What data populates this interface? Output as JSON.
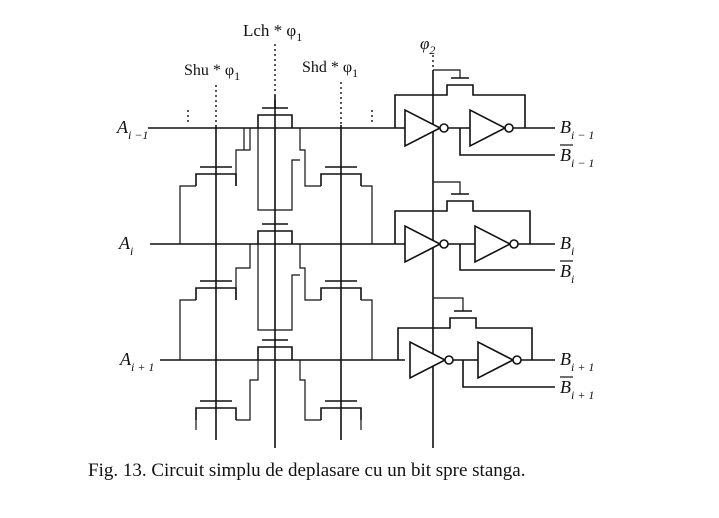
{
  "signals": {
    "lch": "Lch * φ",
    "lch_sub": "1",
    "shu": "Shu * φ",
    "shu_sub": "1",
    "shd": "Shd * φ",
    "shd_sub": "1",
    "phi2": "φ",
    "phi2_sub": "2"
  },
  "inputs": [
    {
      "main": "A",
      "sub": "i −1"
    },
    {
      "main": "A",
      "sub": "i"
    },
    {
      "main": "A",
      "sub": "i + 1"
    }
  ],
  "outputs": [
    {
      "main": "B",
      "sub": "i − 1",
      "bar_main": "B",
      "bar_sub": "i − 1"
    },
    {
      "main": "B",
      "sub": "i",
      "bar_main": "B",
      "bar_sub": "i"
    },
    {
      "main": "B",
      "sub": "i + 1",
      "bar_main": "B",
      "bar_sub": "i + 1"
    }
  ],
  "caption": "Fig. 13. Circuit simplu de deplasare cu un bit spre stanga."
}
